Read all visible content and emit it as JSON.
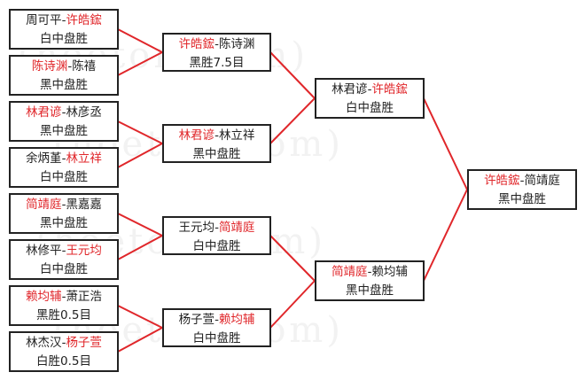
{
  "watermark": "(hoetom.com)",
  "colors": {
    "winner": "#e0262a",
    "line": "#e0262a"
  },
  "round1": [
    {
      "p1": "周可平",
      "p2": "许皓鋐",
      "winner": 2,
      "result": "白中盘胜"
    },
    {
      "p1": "陈诗渊",
      "p2": "陈禧",
      "winner": 1,
      "result": "黑中盘胜"
    },
    {
      "p1": "林君谚",
      "p2": "林彦丞",
      "winner": 1,
      "result": "黑中盘胜"
    },
    {
      "p1": "余炳堇",
      "p2": "林立祥",
      "winner": 2,
      "result": "白中盘胜"
    },
    {
      "p1": "简靖庭",
      "p2": "黑嘉嘉",
      "winner": 1,
      "result": "黑中盘胜"
    },
    {
      "p1": "林修平",
      "p2": "王元均",
      "winner": 2,
      "result": "白中盘胜"
    },
    {
      "p1": "赖均辅",
      "p2": "萧正浩",
      "winner": 1,
      "result": "黑胜0.5目"
    },
    {
      "p1": "林杰汉",
      "p2": "杨子萱",
      "winner": 2,
      "result": "白胜0.5目"
    }
  ],
  "round2": [
    {
      "p1": "许皓鋐",
      "p2": "陈诗渊",
      "winner": 1,
      "result": "黑胜7.5目"
    },
    {
      "p1": "林君谚",
      "p2": "林立祥",
      "winner": 1,
      "result": "黑中盘胜"
    },
    {
      "p1": "王元均",
      "p2": "简靖庭",
      "winner": 2,
      "result": "白中盘胜"
    },
    {
      "p1": "杨子萱",
      "p2": "赖均辅",
      "winner": 2,
      "result": "白中盘胜"
    }
  ],
  "round3": [
    {
      "p1": "林君谚",
      "p2": "许皓鋐",
      "winner": 2,
      "result": "白中盘胜"
    },
    {
      "p1": "简靖庭",
      "p2": "赖均辅",
      "winner": 1,
      "result": "黑中盘胜"
    }
  ],
  "final": [
    {
      "p1": "许皓鋐",
      "p2": "简靖庭",
      "winner": 1,
      "result": "黑中盘胜"
    }
  ]
}
